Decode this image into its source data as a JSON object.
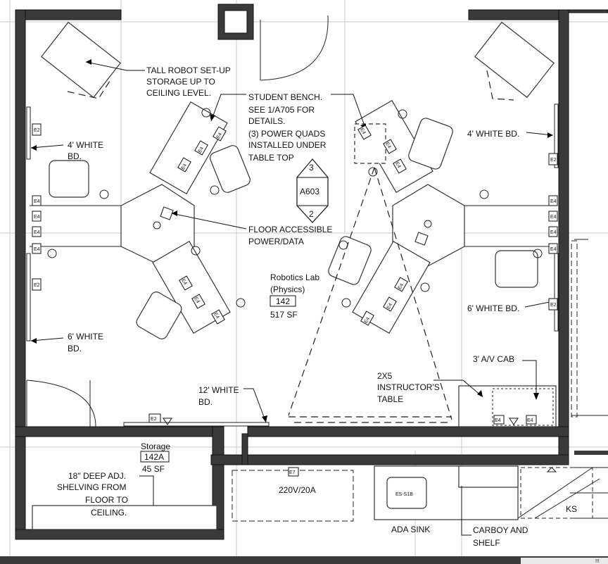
{
  "labels": {
    "tall_robot": [
      "TALL ROBOT SET-UP",
      "STORAGE UP TO",
      "CEILING LEVEL."
    ],
    "student_bench": [
      "STUDENT BENCH.",
      "SEE 1/A705 FOR",
      "DETAILS.",
      "(3) POWER QUADS",
      "INSTALLED UNDER",
      "TABLE TOP"
    ],
    "white_bd_4_left": [
      "4' WHITE",
      "BD."
    ],
    "white_bd_4_right": "4' WHITE BD.",
    "white_bd_6_left": [
      "6' WHITE",
      "BD."
    ],
    "white_bd_6_right": "6' WHITE BD.",
    "white_bd_12": [
      "12' WHITE",
      "BD."
    ],
    "floor_power": [
      "FLOOR ACCESSIBLE",
      "POWER/DATA"
    ],
    "av_cab": "3' A/V CAB",
    "instructor_table": [
      "2X5",
      "INSTRUCTOR'S",
      "TABLE"
    ],
    "shelving": [
      "18\" DEEP ADJ.",
      "SHELVING FROM",
      "FLOOR TO",
      "CEILING."
    ],
    "ada_sink": "ADA SINK",
    "carboy": [
      "CARBOY AND",
      "SHELF"
    ],
    "power_220": "220V/20A",
    "ks": "KS",
    "sink_tag": "ES-S1B"
  },
  "section_marker": {
    "code": "A603",
    "top_num": "3",
    "bottom_num": "2"
  },
  "rooms": {
    "main": {
      "name": "Robotics Lab",
      "sub": "(Physics)",
      "number": "142",
      "area": "517 SF"
    },
    "storage": {
      "name": "Storage",
      "number": "142A",
      "area": "45 SF"
    }
  },
  "outlet_tags": {
    "e2": "E2",
    "e4": "E4",
    "e7": "E7"
  },
  "corner_mark": "!!!"
}
